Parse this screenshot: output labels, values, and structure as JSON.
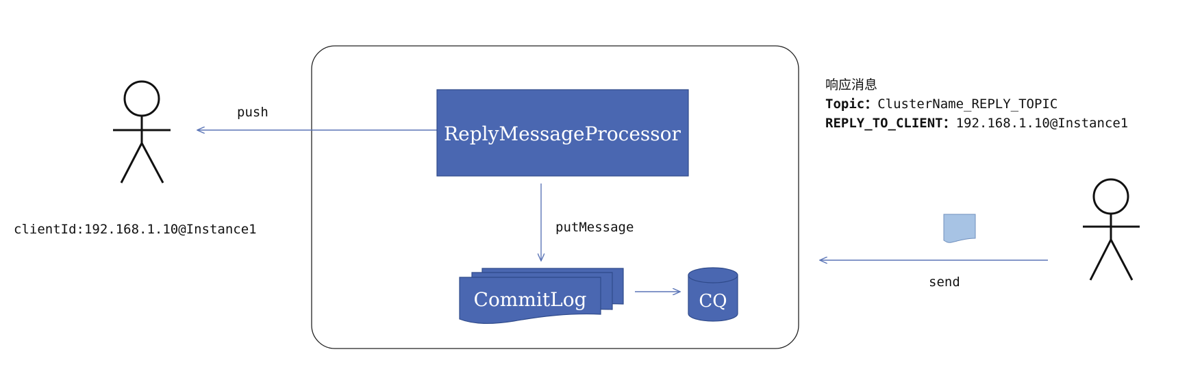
{
  "colors": {
    "box_fill": "#4a67b1",
    "box_stroke": "#2f4a8a",
    "arrow": "#5a74b6",
    "doc_fill": "#a7c3e4",
    "outline": "#222222"
  },
  "client": {
    "client_id": "clientId:192.168.1.10@Instance1",
    "icon": "stick-figure-icon"
  },
  "sender": {
    "icon": "stick-figure-icon"
  },
  "broker": {
    "processor_label": "ReplyMessageProcessor",
    "commitlog_label": "CommitLog",
    "cq_label": "CQ"
  },
  "arrows": {
    "push_label": "push",
    "put_message_label": "putMessage",
    "send_label": "send"
  },
  "reply_info": {
    "title": "响应消息",
    "topic_key": "Topic：",
    "topic_value": "ClusterName_REPLY_TOPIC",
    "reply_key": "REPLY_TO_CLIENT：",
    "reply_value": "192.168.1.10@Instance1"
  }
}
